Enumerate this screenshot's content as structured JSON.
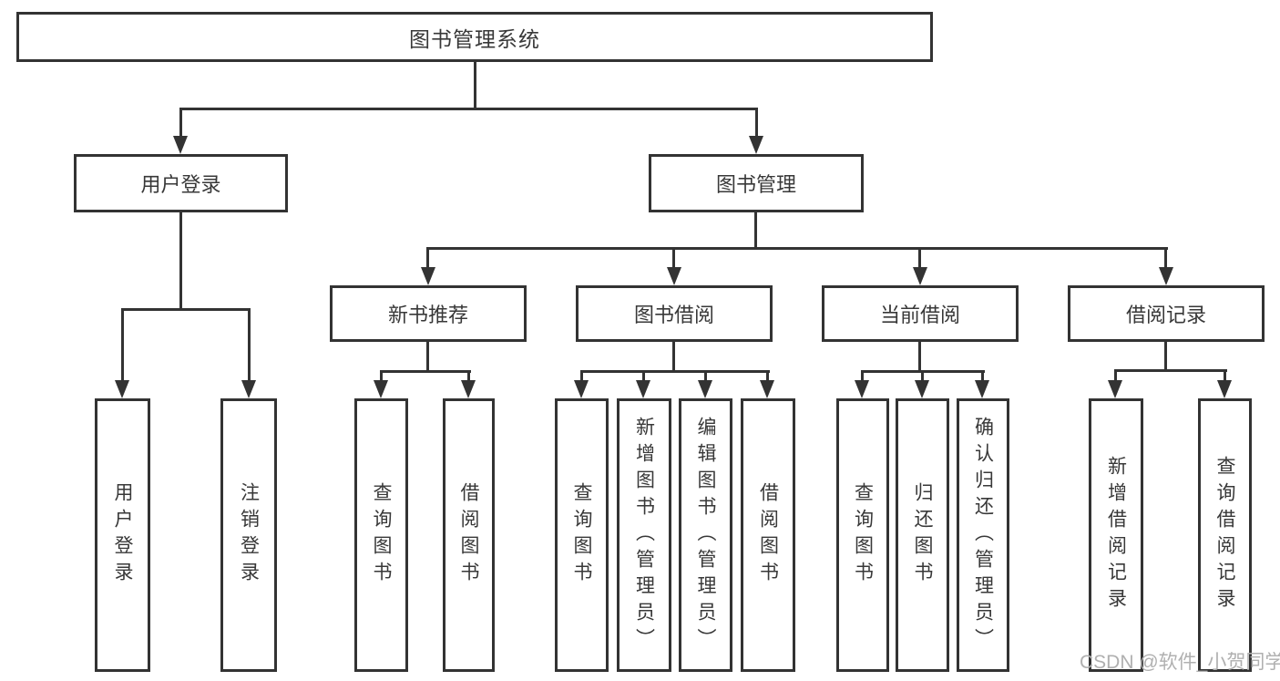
{
  "colors": {
    "line": "#333333",
    "text": "#383838",
    "watermark": "#b0b0b0",
    "background": "#ffffff"
  },
  "watermark": {
    "text": "CSDN @软件_小贺同学"
  },
  "tree": {
    "root": {
      "label": "图书管理系统"
    },
    "branches": [
      {
        "label": "用户登录",
        "children": [
          {
            "label": "用户登录"
          },
          {
            "label": "注销登录"
          }
        ]
      },
      {
        "label": "图书管理",
        "children": [
          {
            "label": "新书推荐",
            "children": [
              {
                "label": "查询图书"
              },
              {
                "label": "借阅图书"
              }
            ]
          },
          {
            "label": "图书借阅",
            "children": [
              {
                "label": "查询图书"
              },
              {
                "label": "新增图书（管理员）"
              },
              {
                "label": "编辑图书（管理员）"
              },
              {
                "label": "借阅图书"
              }
            ]
          },
          {
            "label": "当前借阅",
            "children": [
              {
                "label": "查询图书"
              },
              {
                "label": "归还图书"
              },
              {
                "label": "确认归还（管理员）"
              }
            ]
          },
          {
            "label": "借阅记录",
            "children": [
              {
                "label": "新增借阅记录"
              },
              {
                "label": "查询借阅记录"
              }
            ]
          }
        ]
      }
    ]
  }
}
